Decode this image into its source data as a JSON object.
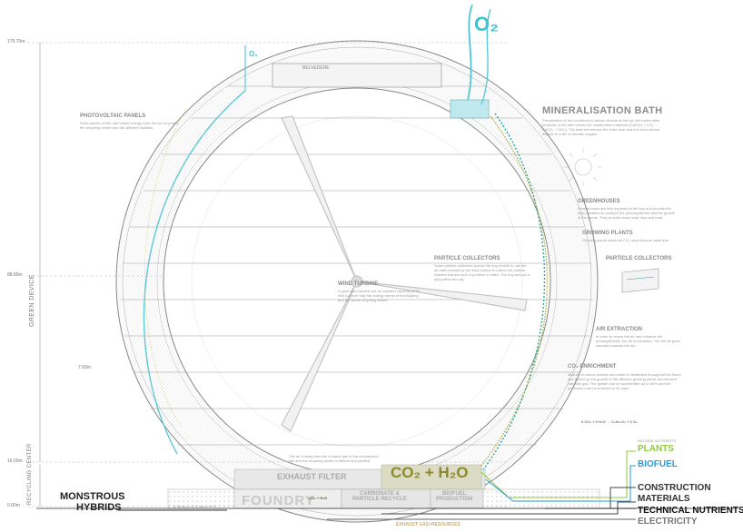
{
  "levels": [
    {
      "label": "175.70m"
    },
    {
      "label": "88.80m"
    },
    {
      "label": "16.50m"
    },
    {
      "label": "0.00m"
    }
  ],
  "dimension": "7.00m",
  "side_labels": {
    "green_device": "GREEN DEVICE",
    "recycling_center": "RECYCLING CENTER"
  },
  "o2_big": "O₂",
  "o2_small": "O₂",
  "belvedere": "BELVEDERE",
  "photovoltaic": {
    "title": "PHOTOVOLTAIC PANELS",
    "text": "Solar panels on the roof collect energy from the sun to power the recycling center and the different facilities."
  },
  "mineralisation": {
    "title": "MINERALISATION BATH",
    "text": "Precipitation of the construction carbon dioxide at the top into carbonates products, to be later reused for construction materials (CaSiO₃ + CO₂ → CaCO₃ + SiO₂). The bath will remove the extra heat and the extra carbon dioxide in order to release oxygen."
  },
  "greenhouses": {
    "title": "GREENHOUSES",
    "text": "Greenhouses are fully exposed to the sun and provide the best condition to catalyze the photosynthesis and the growth of the plants. They provide many solar rays and heat."
  },
  "growing_plants": {
    "title": "GROWING PLANTS",
    "text": "Growing plants consume CO₂ more than an adult tree."
  },
  "particle_collectors_right": "PARTICLE COLLECTORS",
  "particle_collectors_inner": {
    "title": "PARTICLE COLLECTORS",
    "text": "Some particle collectors across the ring enable to use the air draft created by the wind turbine to collect the particle matters that are such a problem in cities. The ring acts as a lung within the city."
  },
  "wind_turbine": {
    "title": "WIND TURBINE",
    "text": "A giant wind turbine has an installed capacity of 25 MW to cover fully the energy needs of the building and the whole recycling center."
  },
  "air_extraction": {
    "title": "AIR EXTRACTION",
    "text": "In order to renew the air and enhance the photosynthesis, the air is extracted. The hot air goes naturally towards the top."
  },
  "co2_enrichment": {
    "title": "CO₂ ENRICHMENT",
    "text": "Mixture of carbon dioxide and water is distributed throughout the floors and speed up the growth of the different growing plants and become valuable gas. The growth can be accelerated up to 40% and the production can be reduced to 30 days.",
    "equation": "6 CO₂ + 6 H₂O → C₆H₁₂O₆ + 6 O₂"
  },
  "bottom_note": "The air coming from the exhaust gas of the construction site and the recycling center is filtered and purified.",
  "exhaust_filter": "EXHAUST FILTER",
  "co2_h2o": "CO₂ + H₂O",
  "carbonate": "CARBONATE &\nPARTICLE RECYCLE",
  "biofuel_production": "BIOFUEL\nPRODUCTION",
  "foundry": "FOUNDRY",
  "monstrous": "MONSTROUS",
  "hybrids": "HYBRIDS",
  "sorting": "SORTING OUT PROCESS",
  "exhaust_gas": "EXHAUST GAS>RESOURCES",
  "co2_h2o_small": "CO₂ + H₂O",
  "outputs": {
    "natural_nutrients": "NATURAL NUTRIENTS",
    "plants": "PLANTS",
    "biofuel": "BIOFUEL",
    "construction": "CONSTRUCTION",
    "materials": "MATERIALS",
    "technical": "TECHNICAL NUTRIENTS",
    "electricity": "ELECTRICITY"
  },
  "colors": {
    "cyan": "#5cc8d8",
    "olive": "#a8a838",
    "green": "#8ccc3c",
    "blue": "#2a9cd8",
    "ink": "#222222"
  }
}
